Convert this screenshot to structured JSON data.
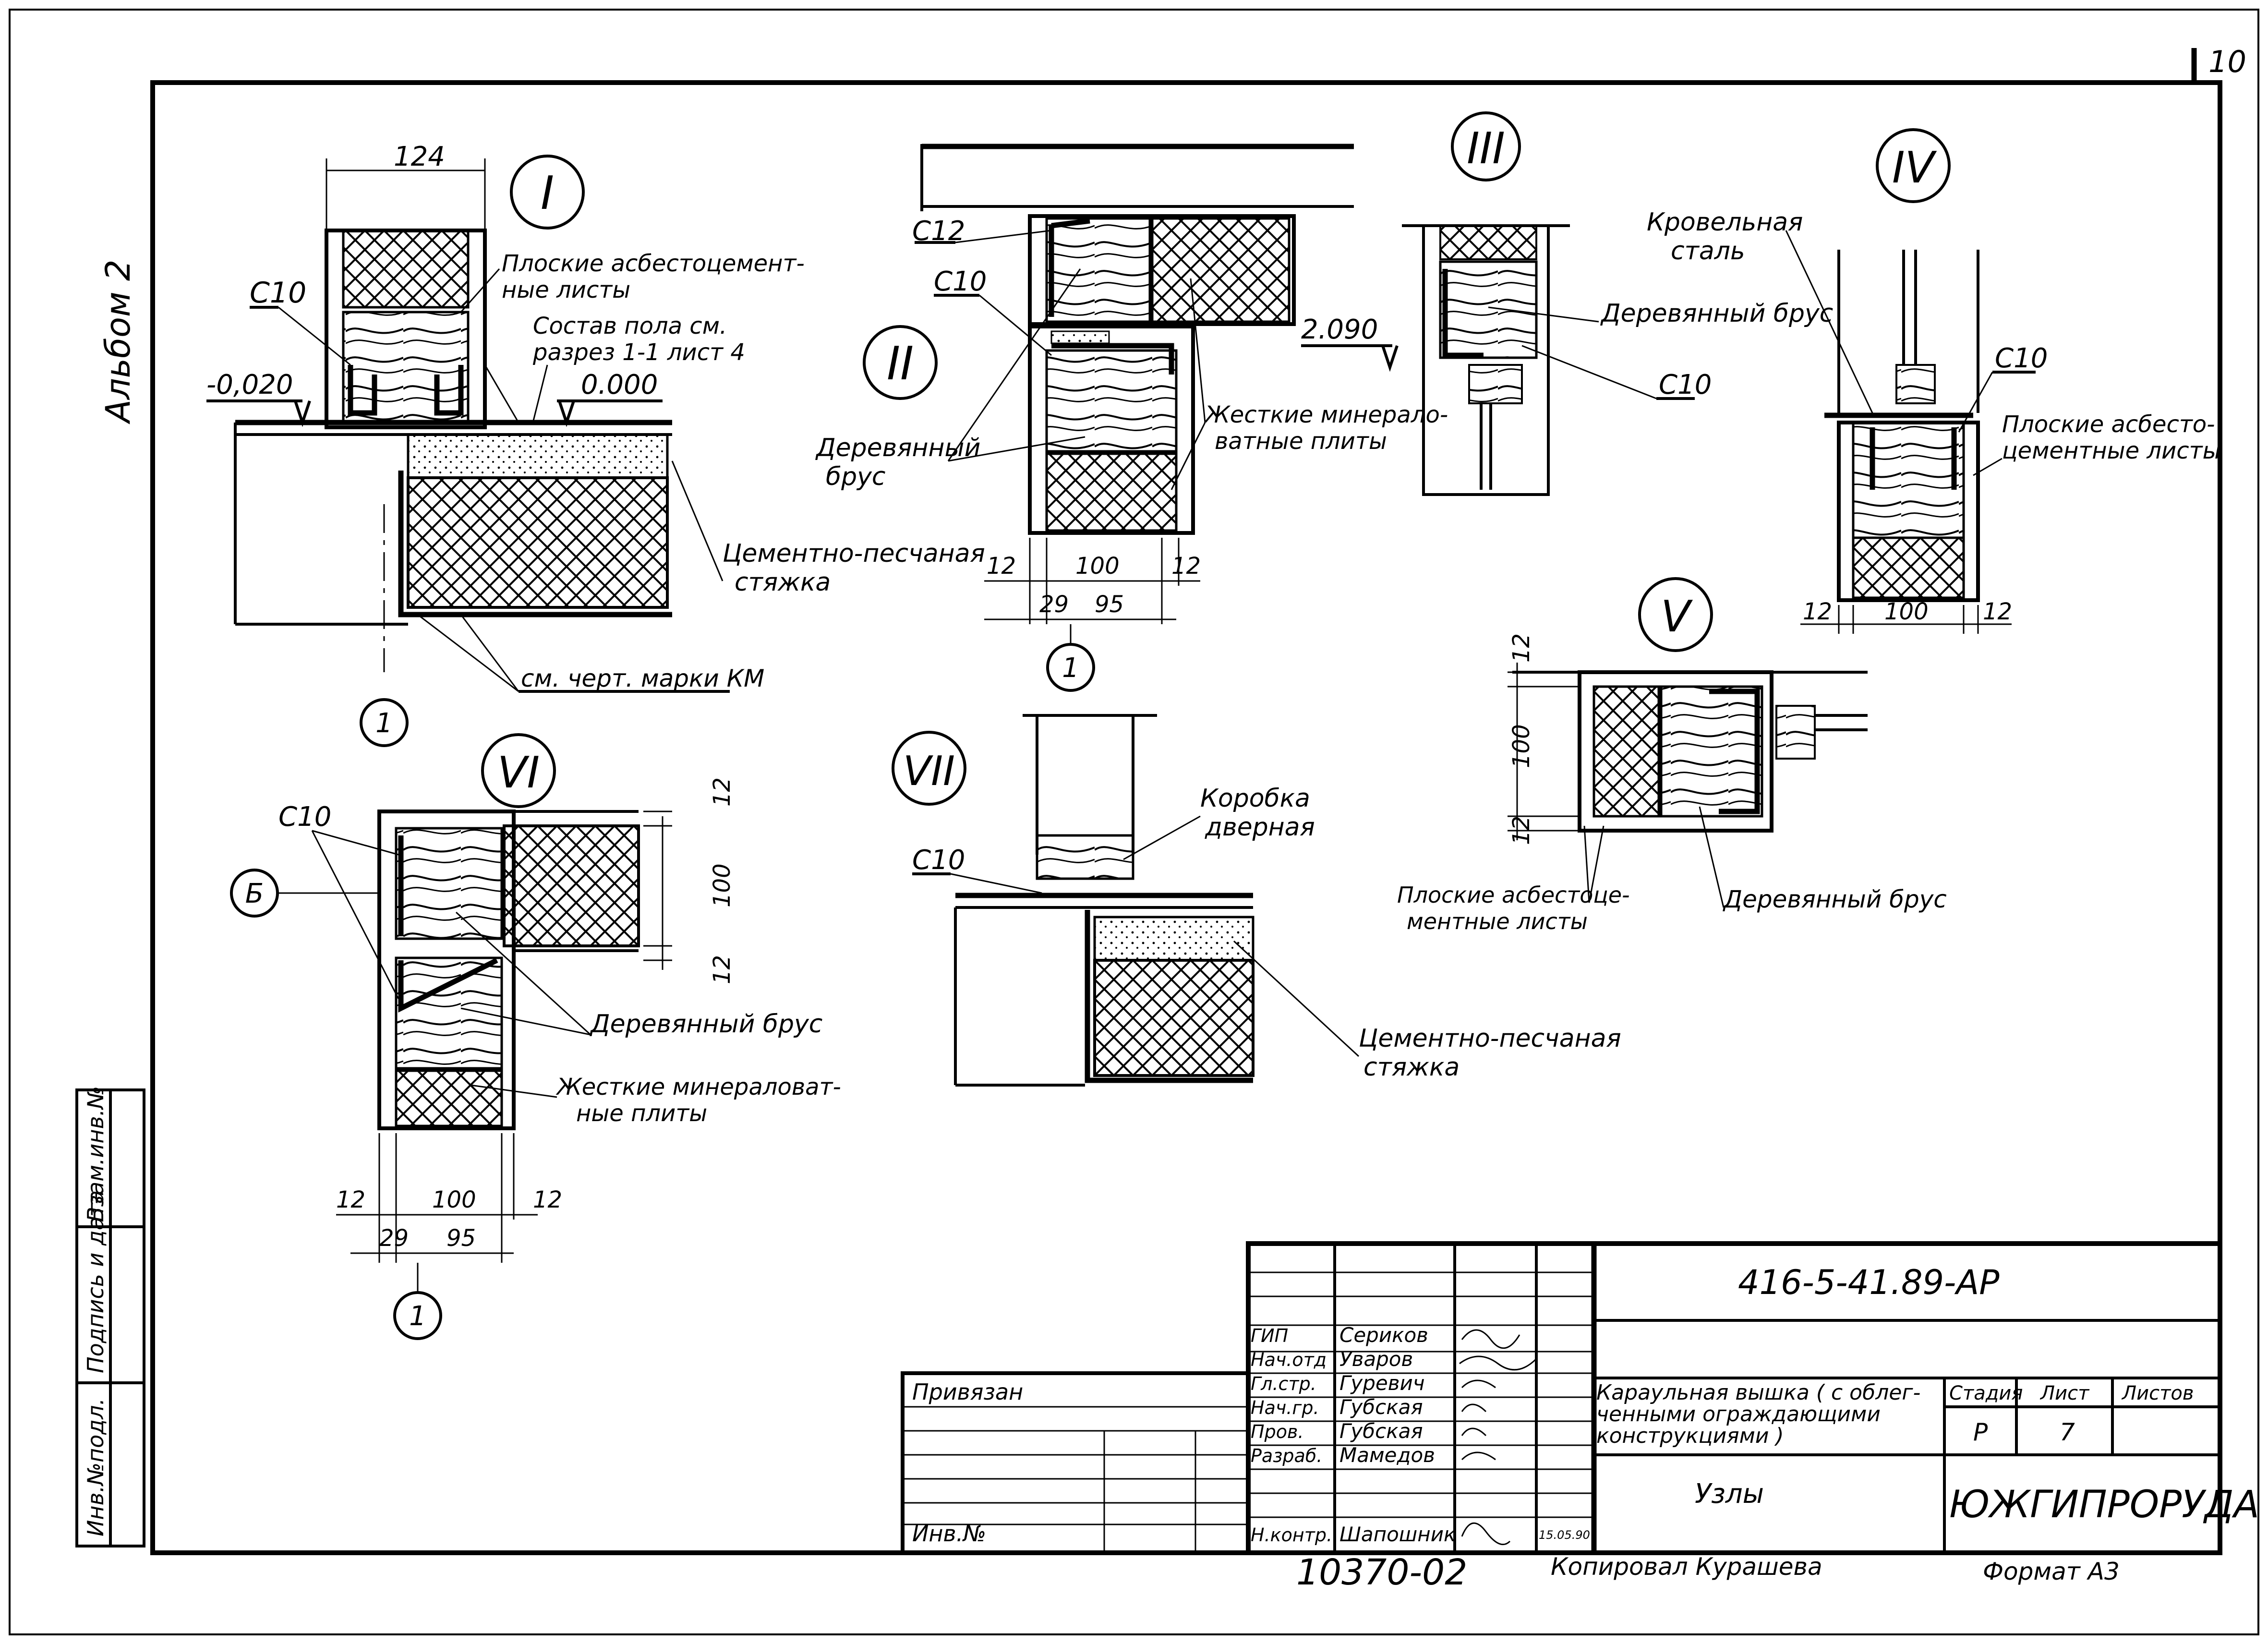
{
  "sheet": {
    "number": "10",
    "album": "Альбом 2"
  },
  "left_strip": {
    "inv_podl": "Инв.№подл.",
    "podpis": "Подпись и дата",
    "vzam": "Взам.инв.№"
  },
  "nodes": {
    "n1": "I",
    "n2": "II",
    "n3": "III",
    "n4": "IV",
    "n5": "V",
    "n6": "VI",
    "n7": "VII",
    "axis": "1",
    "b_mark": "Б"
  },
  "node1": {
    "dim_top": "124",
    "c10": "С10",
    "lvl_left": "-0,020",
    "lvl_right": "0.000",
    "lbl_flat_sheets": "Плоские асбестоцемент-",
    "lbl_flat_sheets2": "ные листы",
    "lbl_floor": "Состав пола см.",
    "lbl_floor2": "разрез 1-1 лист 4",
    "lbl_screed": "Цементно-песчаная",
    "lbl_screed2": "стяжка",
    "lbl_km": "см. черт. марки КМ"
  },
  "node2": {
    "c12": "С12",
    "c10": "С10",
    "lbl_beam": "Деревянный",
    "lbl_beam2": "брус",
    "lbl_mineral": "Жесткие минерало-",
    "lbl_mineral2": "ватные плиты",
    "d12a": "12",
    "d100": "100",
    "d12b": "12",
    "d29": "29",
    "d95": "95"
  },
  "node3": {
    "lvl": "2.090",
    "lbl_beam": "Деревянный брус",
    "c10": "С10"
  },
  "node4": {
    "lbl_roof": "Кровельная",
    "lbl_roof2": "сталь",
    "c10": "С10",
    "lbl_flat": "Плоские асбесто-",
    "lbl_flat2": "цементные листы",
    "d12a": "12",
    "d100": "100",
    "d12b": "12"
  },
  "node5": {
    "d12a": "12",
    "d100": "100",
    "d12b": "12",
    "lbl_flat": "Плоские асбестоце-",
    "lbl_flat2": "ментные листы",
    "lbl_beam": "Деревянный брус"
  },
  "node6": {
    "c10": "С10",
    "d12a": "12",
    "d100": "100",
    "d12b": "12",
    "lbl_beam": "Деревянный брус",
    "lbl_mineral": "Жесткие минераловат-",
    "lbl_mineral2": "ные плиты",
    "b12a": "12",
    "b100": "100",
    "b12b": "12",
    "b29": "29",
    "b95": "95"
  },
  "node7": {
    "c10": "С10",
    "lbl_box": "Коробка",
    "lbl_box2": "дверная",
    "lbl_screed": "Цементно-песчаная",
    "lbl_screed2": "стяжка"
  },
  "title_block": {
    "code": "416-5-41.89-АР",
    "title": "Караульная вышка ( с облег-",
    "title2": "ченными ограждающими",
    "title3": "конструкциями )",
    "sheet_title": "Узлы",
    "stage_h": "Стадия",
    "list_h": "Лист",
    "lists_h": "Листов",
    "stage": "Р",
    "list": "7",
    "org": "ЮЖГИПРОРУДА",
    "privyazan": "Привязан",
    "inv": "Инв.№",
    "roles": [
      "ГИП",
      "Нач.отд",
      "Гл.стр.",
      "Нач.гр.",
      "Пров.",
      "Разраб.",
      "Н.контр."
    ],
    "names": [
      "Сериков",
      "Уваров",
      "Гуревич",
      "Губская",
      "Губская",
      "Мамедов",
      "Шапошник"
    ],
    "date": "15.05.90"
  },
  "footer": {
    "archive": "10370-02",
    "copied": "Копировал Курашева",
    "format": "Формат А3"
  }
}
